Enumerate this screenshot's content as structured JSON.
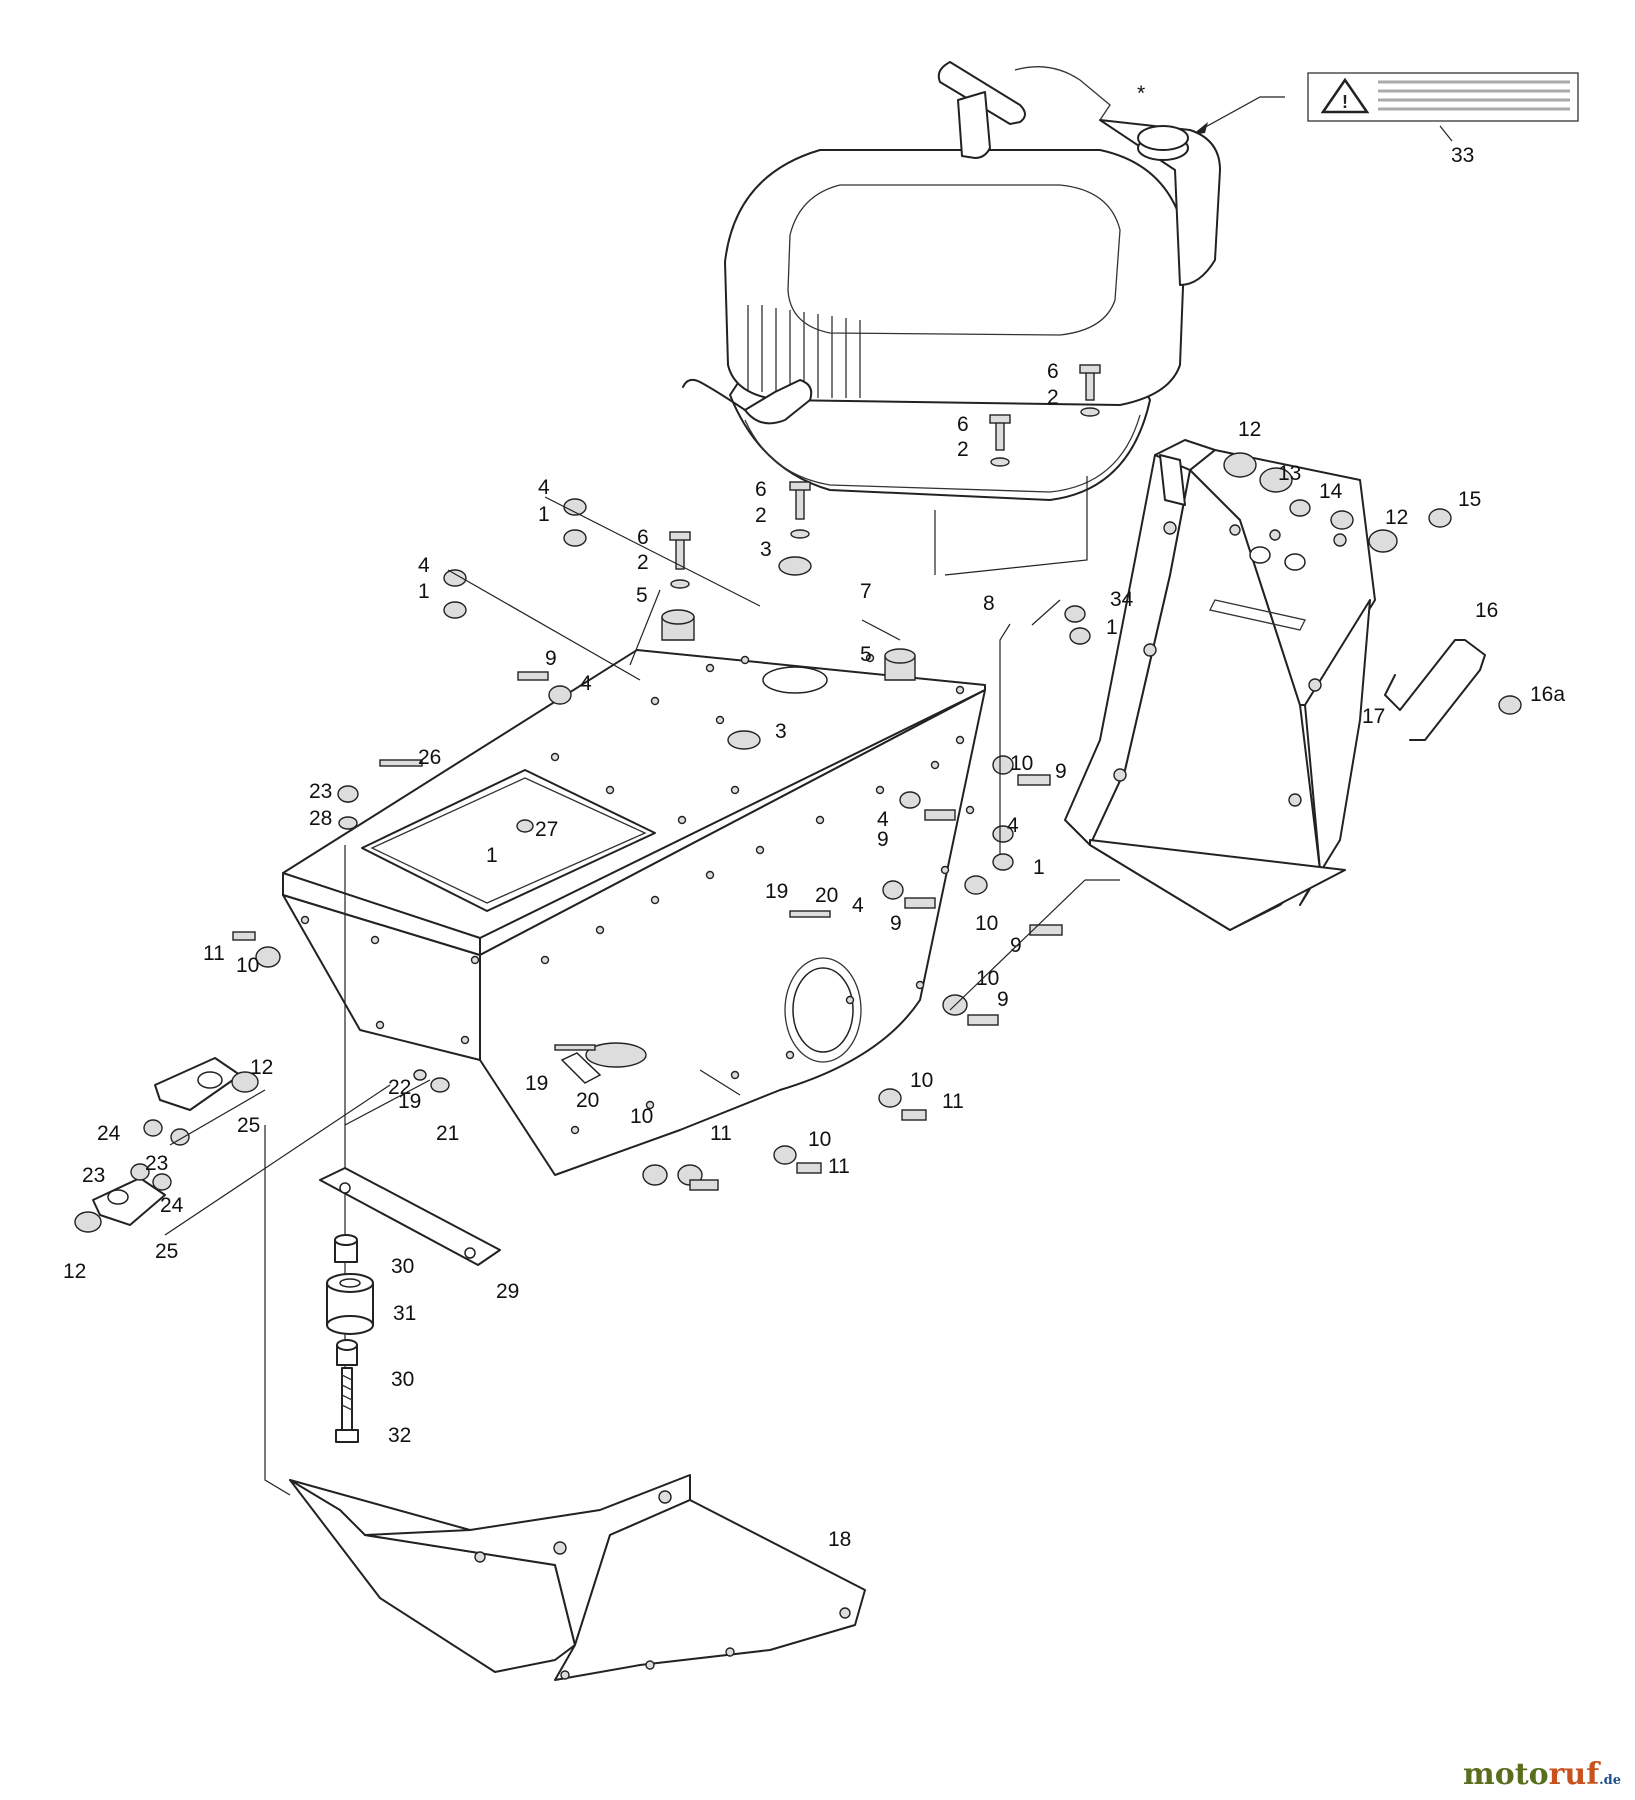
{
  "callouts": [
    {
      "label": "*",
      "part": "decal-marker"
    },
    {
      "label": "33",
      "part": "warning-decal"
    },
    {
      "label": "6",
      "part": "bolt"
    },
    {
      "label": "2",
      "part": "washer"
    },
    {
      "label": "6",
      "part": "bolt"
    },
    {
      "label": "2",
      "part": "washer"
    },
    {
      "label": "6",
      "part": "bolt"
    },
    {
      "label": "2",
      "part": "washer"
    },
    {
      "label": "6",
      "part": "bolt"
    },
    {
      "label": "2",
      "part": "washer"
    },
    {
      "label": "3",
      "part": "bushing"
    },
    {
      "label": "5",
      "part": "isolator"
    },
    {
      "label": "4",
      "part": "washer"
    },
    {
      "label": "1",
      "part": "nut"
    },
    {
      "label": "4",
      "part": "washer"
    },
    {
      "label": "1",
      "part": "nut"
    },
    {
      "label": "7",
      "part": "engine-plate"
    },
    {
      "label": "8",
      "part": "bracket"
    },
    {
      "label": "34",
      "part": "washer"
    },
    {
      "label": "1",
      "part": "nut"
    },
    {
      "label": "5",
      "part": "isolator"
    },
    {
      "label": "3",
      "part": "bushing"
    },
    {
      "label": "9",
      "part": "bolt"
    },
    {
      "label": "4",
      "part": "washer"
    },
    {
      "label": "26",
      "part": "bolt"
    },
    {
      "label": "23",
      "part": "nut"
    },
    {
      "label": "28",
      "part": "washer"
    },
    {
      "label": "27",
      "part": "bolt"
    },
    {
      "label": "1",
      "part": "nut"
    },
    {
      "label": "10",
      "part": "washer"
    },
    {
      "label": "9",
      "part": "bolt"
    },
    {
      "label": "4",
      "part": "washer"
    },
    {
      "label": "9",
      "part": "bolt"
    },
    {
      "label": "4",
      "part": "washer"
    },
    {
      "label": "1",
      "part": "nut"
    },
    {
      "label": "19",
      "part": "bolt"
    },
    {
      "label": "20",
      "part": "bolt"
    },
    {
      "label": "4",
      "part": "washer"
    },
    {
      "label": "9",
      "part": "bolt"
    },
    {
      "label": "10",
      "part": "washer"
    },
    {
      "label": "9",
      "part": "bolt"
    },
    {
      "label": "11",
      "part": "bolt"
    },
    {
      "label": "10",
      "part": "washer"
    },
    {
      "label": "10",
      "part": "washer"
    },
    {
      "label": "9",
      "part": "bolt"
    },
    {
      "label": "12",
      "part": "washer"
    },
    {
      "label": "22",
      "part": "nut"
    },
    {
      "label": "19",
      "part": "bolt"
    },
    {
      "label": "21",
      "part": "washer"
    },
    {
      "label": "19",
      "part": "bolt"
    },
    {
      "label": "20",
      "part": "plate"
    },
    {
      "label": "24",
      "part": "washer"
    },
    {
      "label": "23",
      "part": "nut"
    },
    {
      "label": "25",
      "part": "bracket"
    },
    {
      "label": "23",
      "part": "nut"
    },
    {
      "label": "24",
      "part": "washer"
    },
    {
      "label": "25",
      "part": "bracket"
    },
    {
      "label": "12",
      "part": "washer"
    },
    {
      "label": "10",
      "part": "washer"
    },
    {
      "label": "11",
      "part": "bolt"
    },
    {
      "label": "10",
      "part": "washer"
    },
    {
      "label": "11",
      "part": "bolt"
    },
    {
      "label": "10",
      "part": "washer"
    },
    {
      "label": "11",
      "part": "bolt"
    },
    {
      "label": "12",
      "part": "washer"
    },
    {
      "label": "13",
      "part": "nut"
    },
    {
      "label": "14",
      "part": "nut"
    },
    {
      "label": "12",
      "part": "washer"
    },
    {
      "label": "15",
      "part": "nut"
    },
    {
      "label": "16",
      "part": "handle-rod"
    },
    {
      "label": "16a",
      "part": "washer"
    },
    {
      "label": "17",
      "part": "chute"
    },
    {
      "label": "29",
      "part": "strap"
    },
    {
      "label": "30",
      "part": "spacer"
    },
    {
      "label": "31",
      "part": "roller"
    },
    {
      "label": "30",
      "part": "spacer"
    },
    {
      "label": "32",
      "part": "bolt"
    },
    {
      "label": "18",
      "part": "skid-plate"
    }
  ],
  "brand": {
    "name_part1": "moto",
    "name_part2": "ruf",
    "suffix": ".de"
  },
  "icons": {
    "warning": "warning-triangle-icon"
  }
}
